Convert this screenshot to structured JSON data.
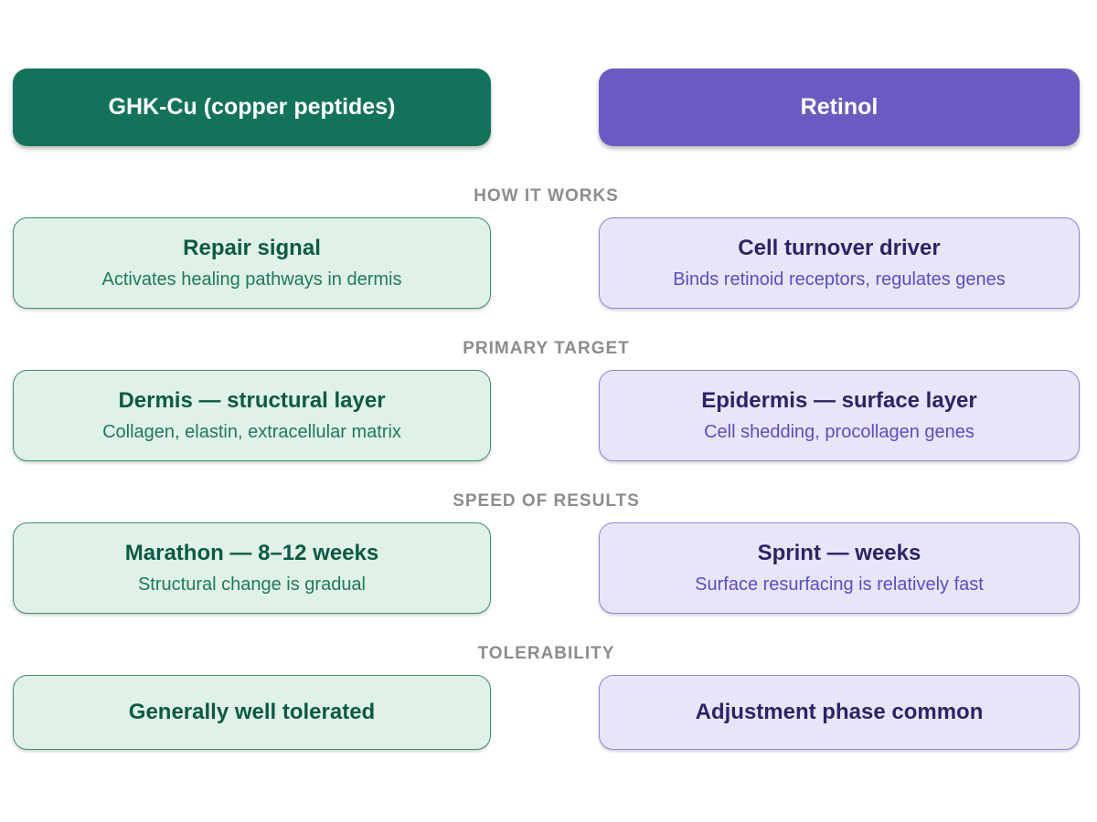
{
  "header": {
    "left": {
      "label": "GHK-Cu (copper peptides)"
    },
    "right": {
      "label": "Retinol"
    }
  },
  "sections": [
    {
      "label": "HOW IT WORKS",
      "left": {
        "title": "Repair signal",
        "subtitle": "Activates healing pathways in dermis"
      },
      "right": {
        "title": "Cell turnover driver",
        "subtitle": "Binds retinoid receptors, regulates genes"
      }
    },
    {
      "label": "PRIMARY TARGET",
      "left": {
        "title": "Dermis — structural layer",
        "subtitle": "Collagen, elastin, extracellular matrix"
      },
      "right": {
        "title": "Epidermis — surface layer",
        "subtitle": "Cell shedding, procollagen genes"
      }
    },
    {
      "label": "SPEED OF RESULTS",
      "left": {
        "title": "Marathon — 8–12 weeks",
        "subtitle": "Structural change is gradual"
      },
      "right": {
        "title": "Sprint — weeks",
        "subtitle": "Surface resurfacing is relatively fast"
      }
    },
    {
      "label": "TOLERABILITY",
      "left": {
        "title": "Generally well tolerated"
      },
      "right": {
        "title": "Adjustment phase common"
      }
    }
  ],
  "colors": {
    "page_bg": "#ffffff",
    "header_text": "#ffffff",
    "left_header_bg": "#13735a",
    "right_header_bg": "#6a5bc2",
    "left_card_bg": "#e0f1e8",
    "left_card_border": "#3f8e6d",
    "left_title": "#0b5a45",
    "left_subtitle": "#1d7a5c",
    "right_card_bg": "#e8e5f8",
    "right_card_border": "#9186d6",
    "right_title": "#2b2468",
    "right_subtitle": "#5a4ec6",
    "section_label": "#8c8c8c"
  }
}
